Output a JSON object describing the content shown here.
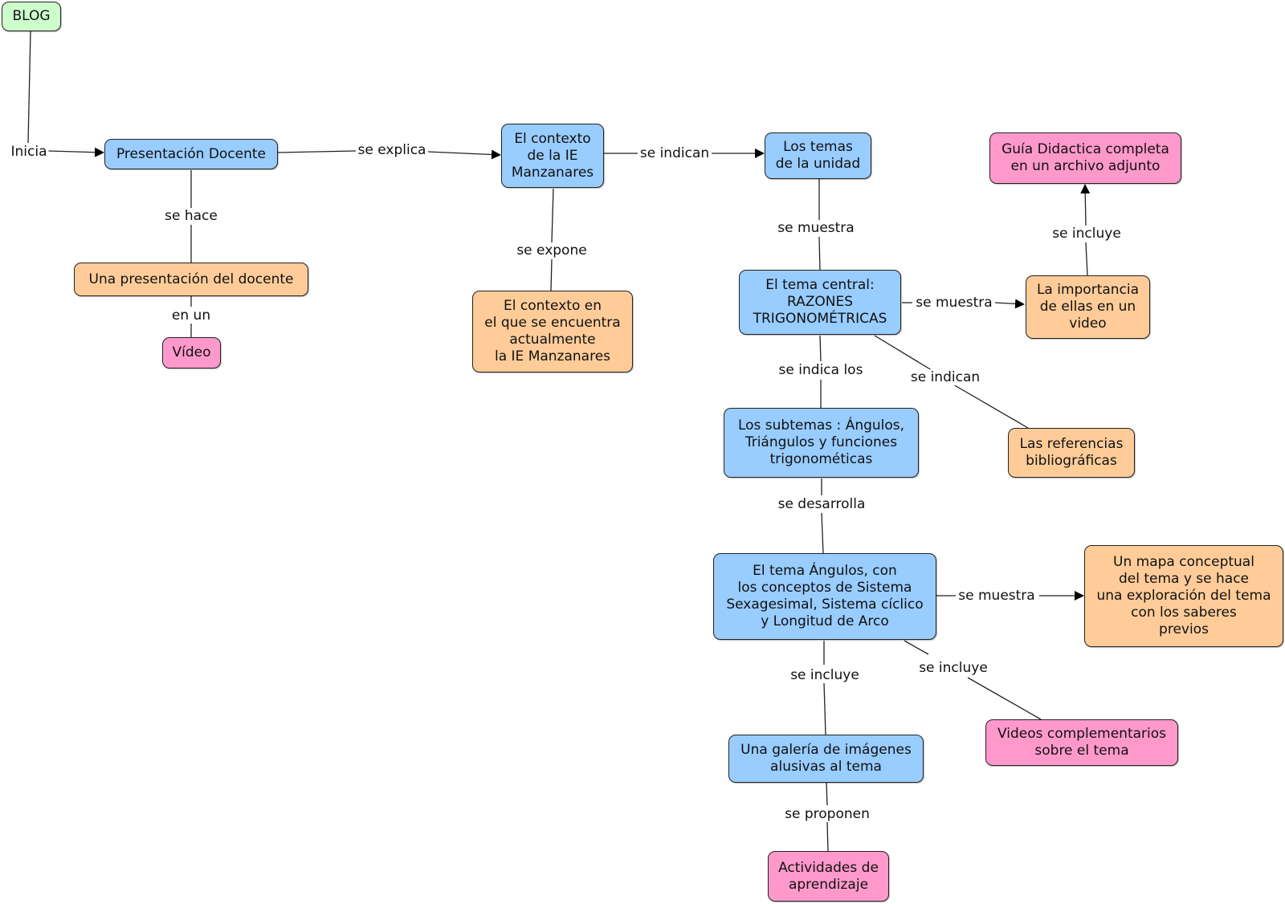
{
  "nodes": {
    "blog": "BLOG",
    "presentacion": "Presentación Docente",
    "contexto": "El contexto\nde la IE\nManzanares",
    "temas": "Los temas\nde la unidad",
    "guia": "Guía Didactica completa\nen un archivo adjunto",
    "una_presentacion": "Una presentación del docente",
    "video": "Vídeo",
    "contexto_en": "El contexto en\nel que se encuentra\nactualmente\nla IE Manzanares",
    "tema_central": "El tema central:\nRAZONES\nTRIGONOMÉTRICAS",
    "importancia": "La importancia\nde ellas en un\nvideo",
    "subtemas": "Los subtemas : Ángulos,\nTriángulos y funciones\ntrigonométicas",
    "referencias": "Las referencias\nbibliográficas",
    "tema_angulos": "El tema Ángulos, con\nlos conceptos de Sistema\nSexagesimal, Sistema cíclico\ny Longitud de Arco",
    "mapa": "Un mapa conceptual\ndel tema y se hace\nuna exploración del tema\ncon los saberes\nprevios",
    "galeria": "Una galería de imágenes\nalusivas al tema",
    "videos_comp": "Videos complementarios\nsobre el tema",
    "actividades": "Actividades de\naprendizaje"
  },
  "links": {
    "inicia": "Inicia",
    "se_explica": "se explica",
    "se_indican_1": "se indican",
    "se_hace": "se hace",
    "en_un": "en un",
    "se_expone": "se expone",
    "se_muestra_1": "se muestra",
    "se_incluye_1": "se incluye",
    "se_muestra_2": "se muestra",
    "se_indica_los": "se indica los",
    "se_indican_2": "se indican",
    "se_desarrolla": "se desarrolla",
    "se_muestra_3": "se muestra",
    "se_incluye_2": "se incluye",
    "se_incluye_3": "se incluye",
    "se_proponen": "se proponen"
  },
  "colors": {
    "blue": "#99ccff",
    "orange": "#ffcc99",
    "pink": "#ff99cc",
    "green": "#ccffcc"
  }
}
